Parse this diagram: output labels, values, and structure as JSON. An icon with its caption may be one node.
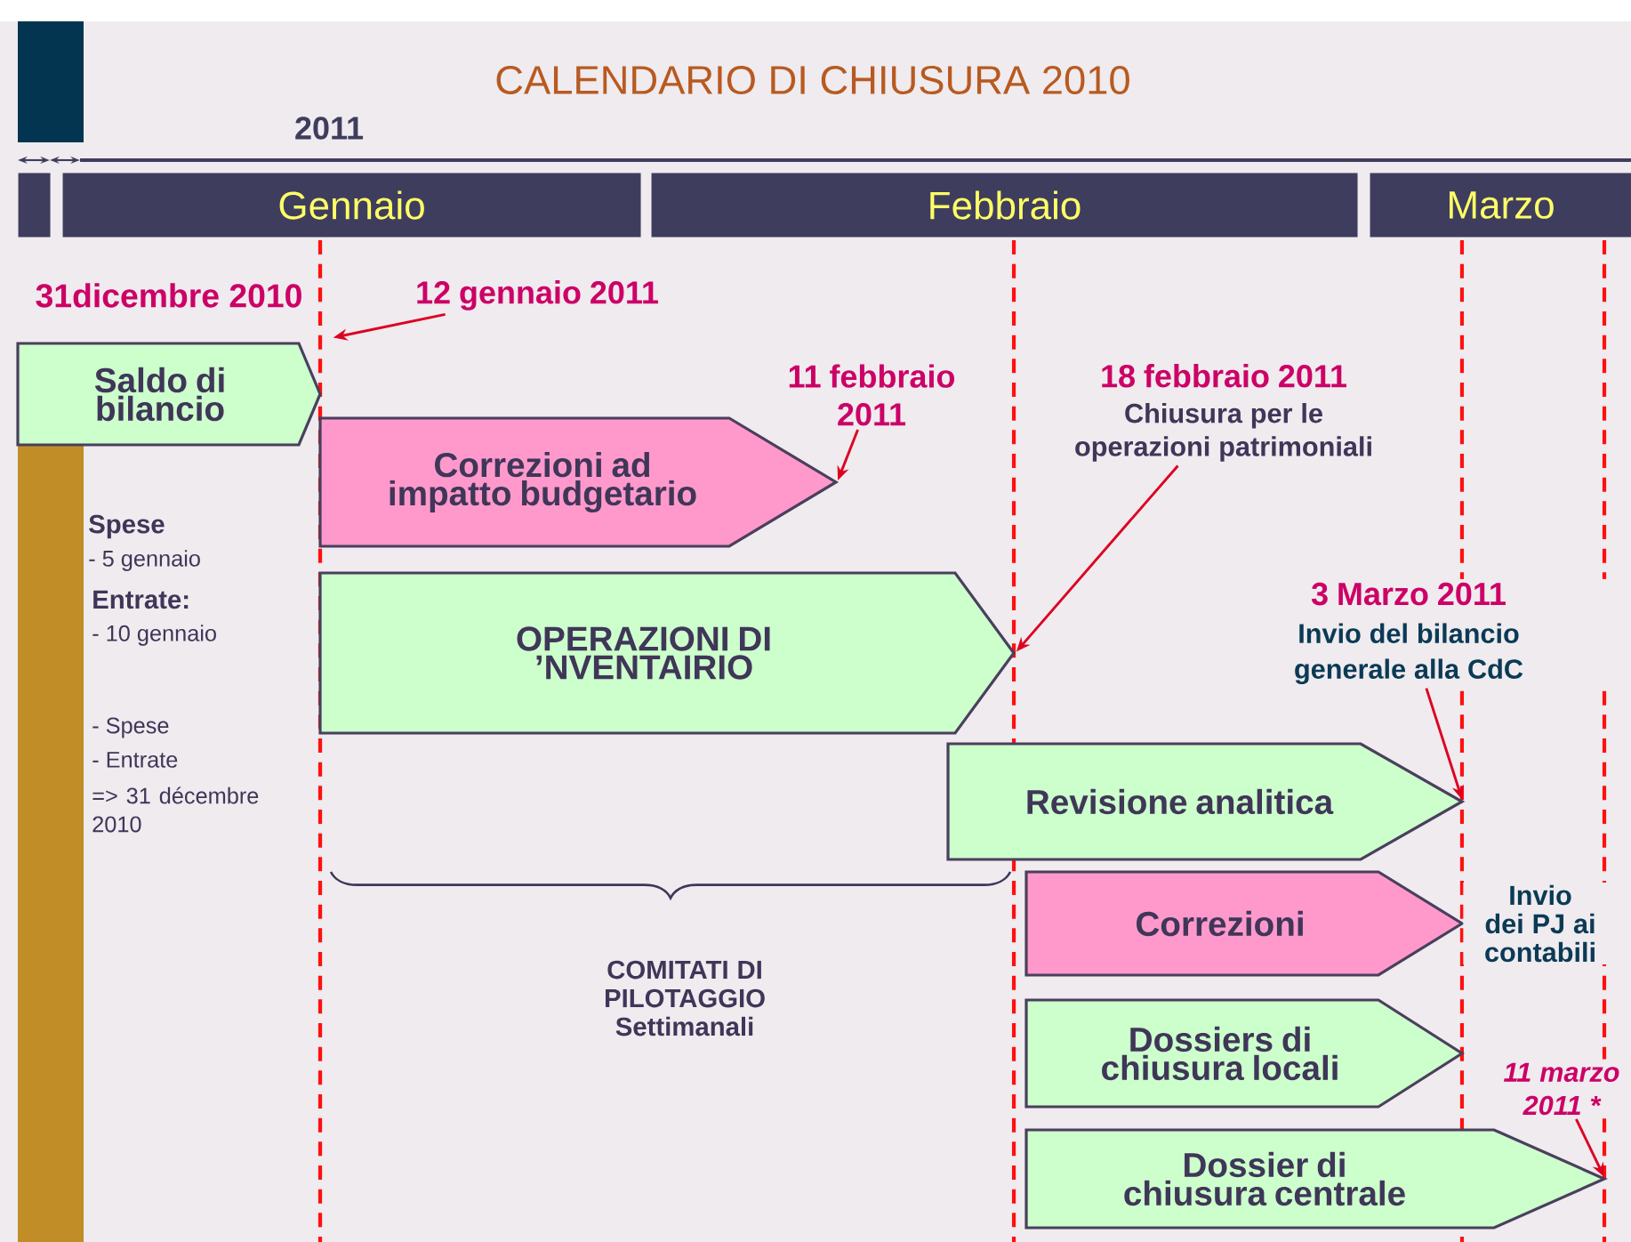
{
  "diagram": {
    "title": "CALENDARIO DI CHIUSURA 2010",
    "nodes": [
      {
        "text": [],
        "shape": "bar"
      },
      {
        "text": [
          "Gennaio"
        ]
      },
      {
        "text": [
          "Febbraio"
        ]
      },
      {
        "text": [
          "Marzo"
        ]
      },
      {
        "text": [
          "Saldo di bilancio"
        ]
      },
      {
        "text": [
          "Correzioni ad impatto budgetario"
        ]
      },
      {
        "text": [
          "OPERAZIONI DI ’NVENTAIRIO"
        ]
      },
      {
        "text": [
          "Revisione analitica"
        ]
      },
      {
        "text": [
          "Correzioni"
        ]
      },
      {
        "text": [
          "Dossiers di chiusura locali"
        ]
      },
      {
        "text": [
          "Dossier di chiusura centrale"
        ]
      },
      {
        "text": [
          "12 gennaio 2011"
        ]
      },
      {
        "text": [
          "11 febbraio 2011"
        ]
      },
      {
        "text": [
          "18 febbraio 2011",
          "Chiusura per le operazioni patrimoniali"
        ]
      },
      {
        "text": [
          "3 Marzo 2011",
          "Invio del bilancio generale alla CdC"
        ]
      },
      {
        "text": [
          "11 marzo 2011 *"
        ]
      }
    ],
    "edges": [
      {
        "from": 11,
        "to": null,
        "arrow": "to"
      },
      {
        "from": 12,
        "to": 5,
        "arrow": "to"
      },
      {
        "from": 13,
        "to": 6,
        "arrow": "to"
      },
      {
        "from": 14,
        "to": 7,
        "arrow": "to"
      },
      {
        "from": 15,
        "to": 10,
        "arrow": "to"
      }
    ],
    "labels": [
      "2011",
      "31dicembre 2010",
      "Spese",
      "- 5 gennaio",
      "Entrate:",
      "-  10 gennaio",
      "- Spese",
      "- Entrate",
      "=> 31 décembre 2010",
      "COMITATI DI PILOTAGGIO Settimanali",
      "Invio dei PJ ai contabili"
    ]
  }
}
